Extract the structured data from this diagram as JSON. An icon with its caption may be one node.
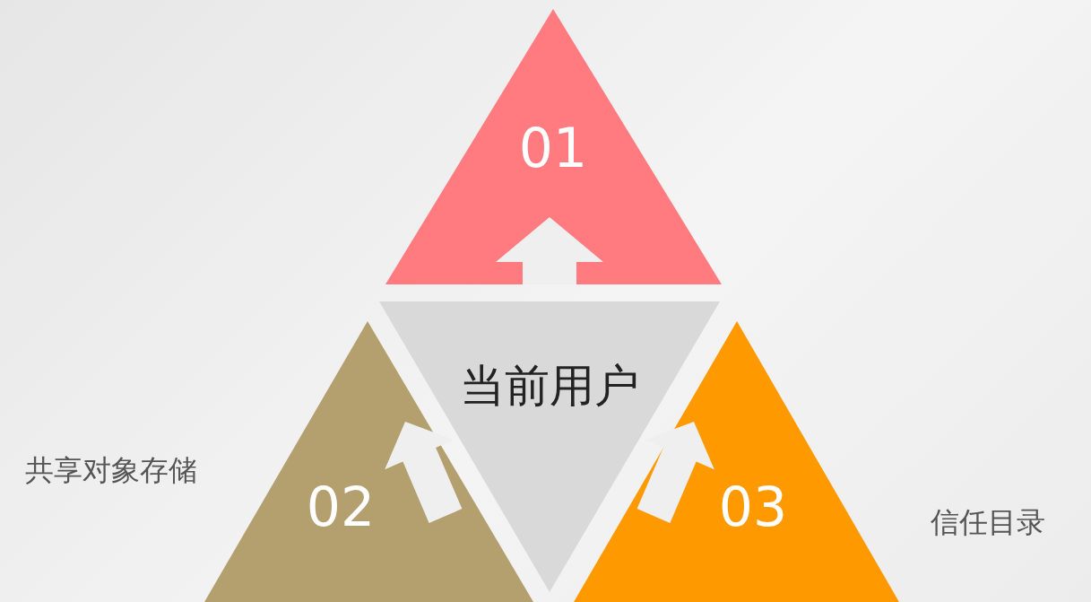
{
  "diagram": {
    "nodes": [
      {
        "text": [
          "01"
        ]
      },
      {
        "text": [
          "当前用户"
        ]
      },
      {
        "text": [
          "02"
        ],
        "beside": [
          "共享对象存储"
        ]
      },
      {
        "text": [
          "03"
        ],
        "beside": [
          "信任目录"
        ]
      }
    ],
    "edges": [
      {
        "from": 1,
        "to": 0,
        "arrow": "to"
      },
      {
        "from": 1,
        "to": 2,
        "arrow": "to"
      },
      {
        "from": 1,
        "to": 3,
        "arrow": "to"
      }
    ]
  }
}
